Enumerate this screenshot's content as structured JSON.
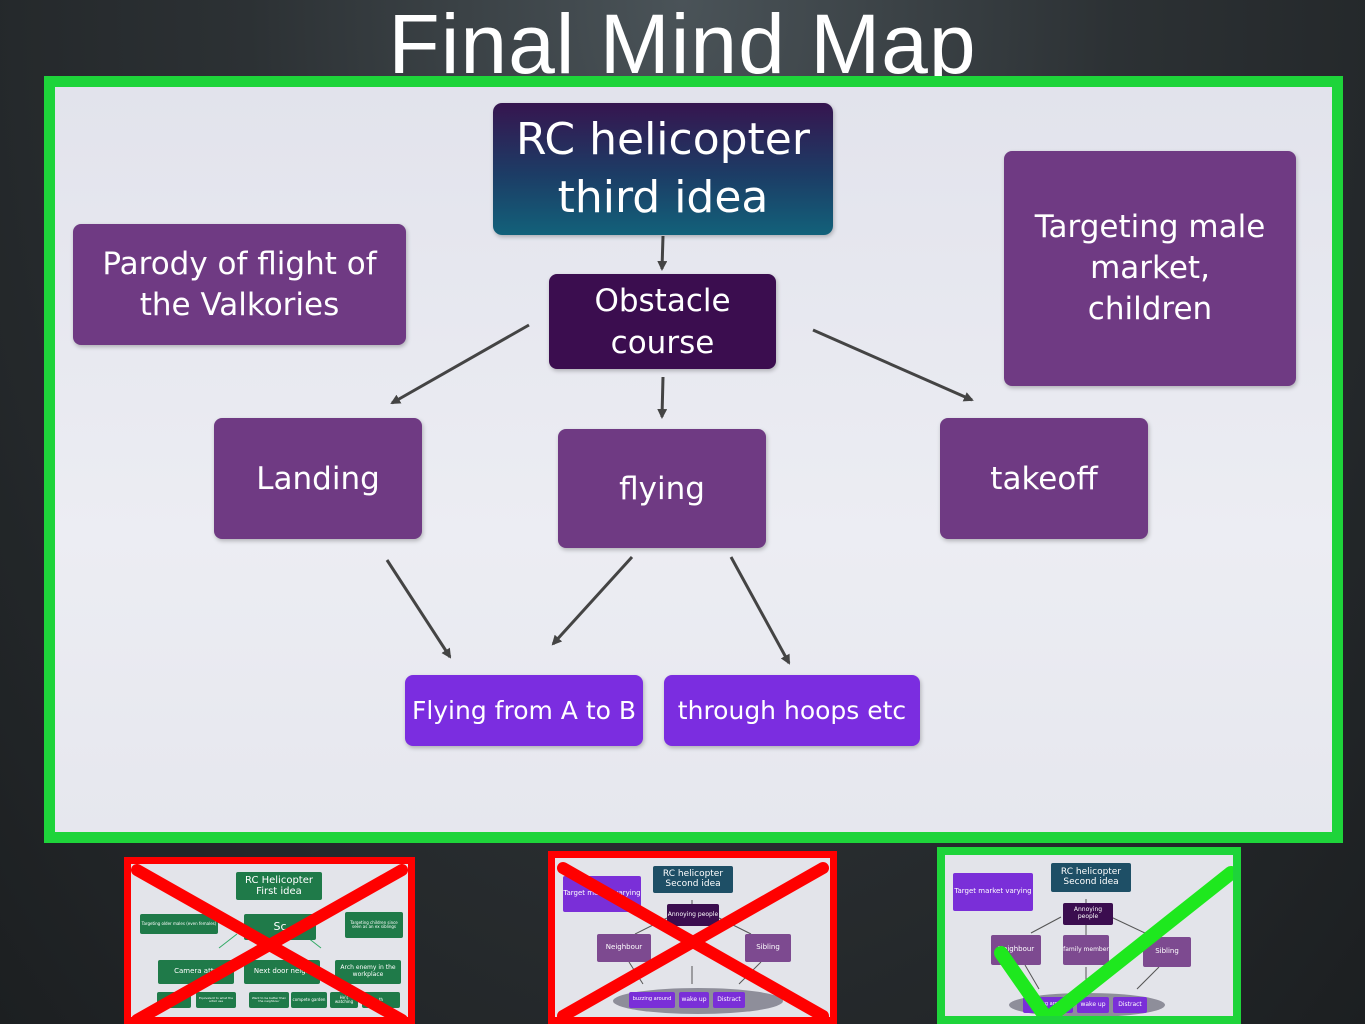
{
  "title": "Final Mind Map",
  "main": {
    "central": "RC helicopter third idea",
    "obstacle": "Obstacle course",
    "parody": "Parody of flight of the Valkories",
    "targeting": "Targeting male market, children",
    "landing": "Landing",
    "flying": "flying",
    "takeoff": "takeoff",
    "a_to_b": "Flying from A to B",
    "hoops": "through hoops etc"
  },
  "thumbs": [
    {
      "mark": "cross",
      "mark_color": "#ff0000",
      "central": "RC Helicopter First idea",
      "center_partial": "Sc",
      "left_top": "Targeting older males (even females)",
      "right_top": "Targeting children since seen as an ex siblings",
      "left_mid": "Camera atta",
      "mid": "Next door neigh",
      "right_mid": "Arch enemy in the workplace",
      "b1": "ing",
      "b2": "Equivalent to what the artist use",
      "b3": "Want to be better than the neighbour",
      "b4": "compete garden",
      "b5": "He's watching",
      "b6": "th"
    },
    {
      "mark": "cross",
      "mark_color": "#ff0000",
      "central": "RC helicopter Second idea",
      "target": "Target market varying",
      "annoying": "Annoying people",
      "neighbour": "Neighbour",
      "sibling": "Sibling",
      "buzzing": "buzzing around",
      "wake": "wake up",
      "distract": "Distract"
    },
    {
      "mark": "check",
      "mark_color": "#1ed43a",
      "central": "RC helicopter Second idea",
      "target": "Target market varying",
      "annoying": "Annoying people",
      "neighbour": "Neighbour",
      "family": "family member",
      "sibling": "Sibling",
      "buzzing": "buzzing around",
      "wake": "wake up",
      "distract": "Distract"
    }
  ]
}
